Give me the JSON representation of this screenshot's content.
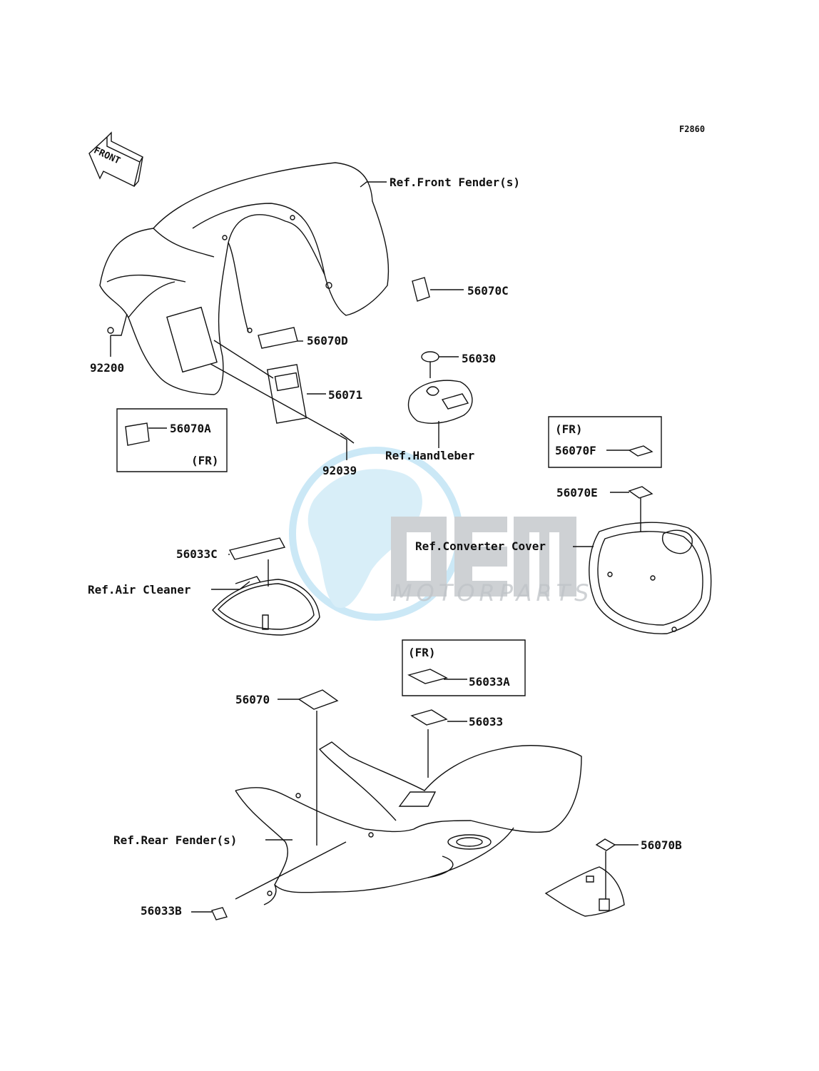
{
  "figure_code": "F2860",
  "front_arrow_text": "FRONT",
  "watermark": {
    "brand": "OEM",
    "subtitle": "MOTORPARTS",
    "colors": {
      "globe": "#bfe3f5",
      "land": "#cfeaf7",
      "text": "#c3c6ca"
    }
  },
  "callouts": {
    "ref_front_fender": "Ref.Front Fender(s)",
    "p56070C": "56070C",
    "p56070D": "56070D",
    "p56071": "56071",
    "p92200": "92200",
    "p56070A": "56070A",
    "fr_box_a": "(FR)",
    "p92039": "92039",
    "p56030": "56030",
    "ref_handlebar": "Ref.Handleber",
    "fr_box_f": "(FR)",
    "p56070F": "56070F",
    "p56070E": "56070E",
    "ref_converter_cover": "Ref.Converter Cover",
    "p56033C": "56033C",
    "ref_air_cleaner": "Ref.Air Cleaner",
    "fr_box_33a": "(FR)",
    "p56033A": "56033A",
    "p56070": "56070",
    "p56033": "56033",
    "ref_rear_fender": "Ref.Rear Fender(s)",
    "p56033B": "56033B",
    "p56070B": "56070B"
  }
}
